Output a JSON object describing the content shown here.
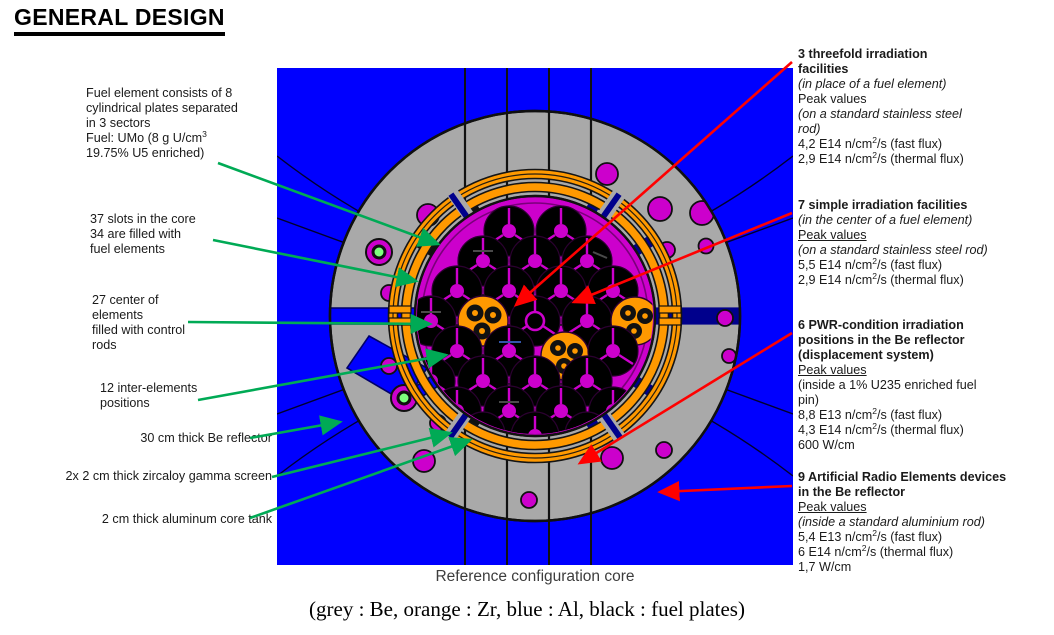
{
  "page": {
    "title": "GENERAL DESIGN"
  },
  "diagram": {
    "caption": "Reference configuration core",
    "legend_caption": "(grey : Be, orange : Zr, blue : Al, black : fuel plates)",
    "colors": {
      "background_al": "#0000ff",
      "reflector_be": "#a9a9a9",
      "gamma_screen_zr": "#ff9900",
      "fuel_plate": "#000000",
      "coolant_magenta": "#cc00cc",
      "device_green": "#00dd44",
      "outline": "#101010",
      "annotation_green": "#00aa55",
      "annotation_red": "#ff0000"
    }
  },
  "annotations_left": [
    {
      "id": "fuel-element",
      "lines": [
        "Fuel element consists of 8",
        "cylindrical plates separated",
        "in 3 sectors",
        "Fuel: UMo (8 g U/cm3",
        "19.75% U5 enriched)"
      ],
      "line4_main": "Fuel: UMo (8 g U/cm",
      "line4_sup": "3",
      "line5": "19.75% U5 enriched)"
    },
    {
      "id": "slots-core",
      "lines": [
        "37 slots in the core",
        "34 are filled with",
        "fuel elements"
      ]
    },
    {
      "id": "control-rods",
      "lines": [
        "27 center of",
        "elements",
        "filled with control",
        "rods"
      ]
    },
    {
      "id": "inter-elements",
      "lines": [
        "12 inter-elements",
        "positions"
      ]
    },
    {
      "id": "be-reflector",
      "lines": [
        "30 cm thick Be reflector"
      ]
    },
    {
      "id": "gamma-screen",
      "lines": [
        "2x 2 cm thick zircaloy gamma screen"
      ]
    },
    {
      "id": "core-tank",
      "lines": [
        "2 cm thick aluminum core tank"
      ]
    }
  ],
  "annotations_right": [
    {
      "id": "threefold-irradiation",
      "heading": [
        "3 threefold irradiation",
        "facilities"
      ],
      "italic_sub": [
        "(in place of a fuel element)"
      ],
      "peak_label": "Peak values",
      "peak_underlined": false,
      "italic_sub2": [
        "(on a standard stainless steel",
        "rod)"
      ],
      "values": [
        {
          "prefix": "4,2 E14 n/cm",
          "sup": "2",
          "suffix": "/s (fast flux)"
        },
        {
          "prefix": "2,9 E14 n/cm",
          "sup": "2",
          "suffix": "/s (thermal flux)"
        }
      ]
    },
    {
      "id": "simple-irradiation",
      "heading": [
        "7 simple irradiation facilities"
      ],
      "italic_sub": [
        "(in the center of a fuel element)"
      ],
      "peak_label": "Peak values",
      "peak_underlined": true,
      "italic_sub2": [
        "(on a standard stainless steel rod)"
      ],
      "values": [
        {
          "prefix": "5,5 E14 n/cm",
          "sup": "2",
          "suffix": "/s (fast flux)"
        },
        {
          "prefix": "2,9 E14 n/cm",
          "sup": "2",
          "suffix": "/s (thermal flux)"
        }
      ]
    },
    {
      "id": "pwr-condition",
      "heading": [
        "6 PWR-condition irradiation",
        "positions in the Be reflector",
        "(displacement system)"
      ],
      "italic_sub": [],
      "peak_label": "Peak values",
      "peak_underlined": true,
      "italic_sub2": [
        "(inside a 1% U235 enriched fuel",
        "pin)"
      ],
      "values": [
        {
          "prefix": "8,8 E13 n/cm",
          "sup": "2",
          "suffix": "/s (fast flux)"
        },
        {
          "prefix": "4,3 E14 n/cm",
          "sup": "2",
          "suffix": "/s (thermal flux)"
        },
        {
          "prefix": "600 W/cm",
          "sup": "",
          "suffix": ""
        }
      ]
    },
    {
      "id": "artificial-radio-elements",
      "heading": [
        "9 Artificial Radio Elements devices",
        "in the Be reflector"
      ],
      "italic_sub": [],
      "peak_label": "Peak values",
      "peak_underlined": true,
      "italic_sub2": [
        "(inside a standard aluminium rod)"
      ],
      "values": [
        {
          "prefix": "5,4 E13 n/cm",
          "sup": "2",
          "suffix": "/s (fast flux)"
        },
        {
          "prefix": "6 E14 n/cm",
          "sup": "2",
          "suffix": "/s (thermal flux)"
        },
        {
          "prefix": "1,7 W/cm",
          "sup": "",
          "suffix": ""
        }
      ]
    }
  ]
}
